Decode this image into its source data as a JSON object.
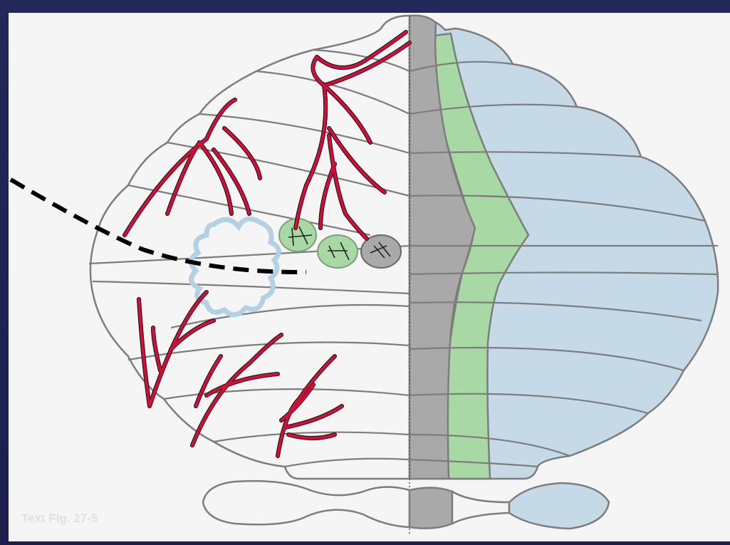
{
  "figure": {
    "caption": "Text Fig. 27-5"
  },
  "colors": {
    "frame": "#1b1f4a",
    "panel": "#f5f5f5",
    "vermis_zone": "#a9a9a9",
    "intermediate_zone": "#a8d8a4",
    "lateral_zone": "#c5d9e7",
    "arteries": "#d0103a",
    "outline": "#7d7d7d",
    "dentate_nucleus": "#b4d1e4"
  },
  "icons": {
    "dashed_line": "boundary-dashed-line",
    "nuclei": [
      "fastigial-nucleus",
      "interposed-nucleus",
      "interposed-nucleus",
      "dentate-nucleus"
    ]
  }
}
